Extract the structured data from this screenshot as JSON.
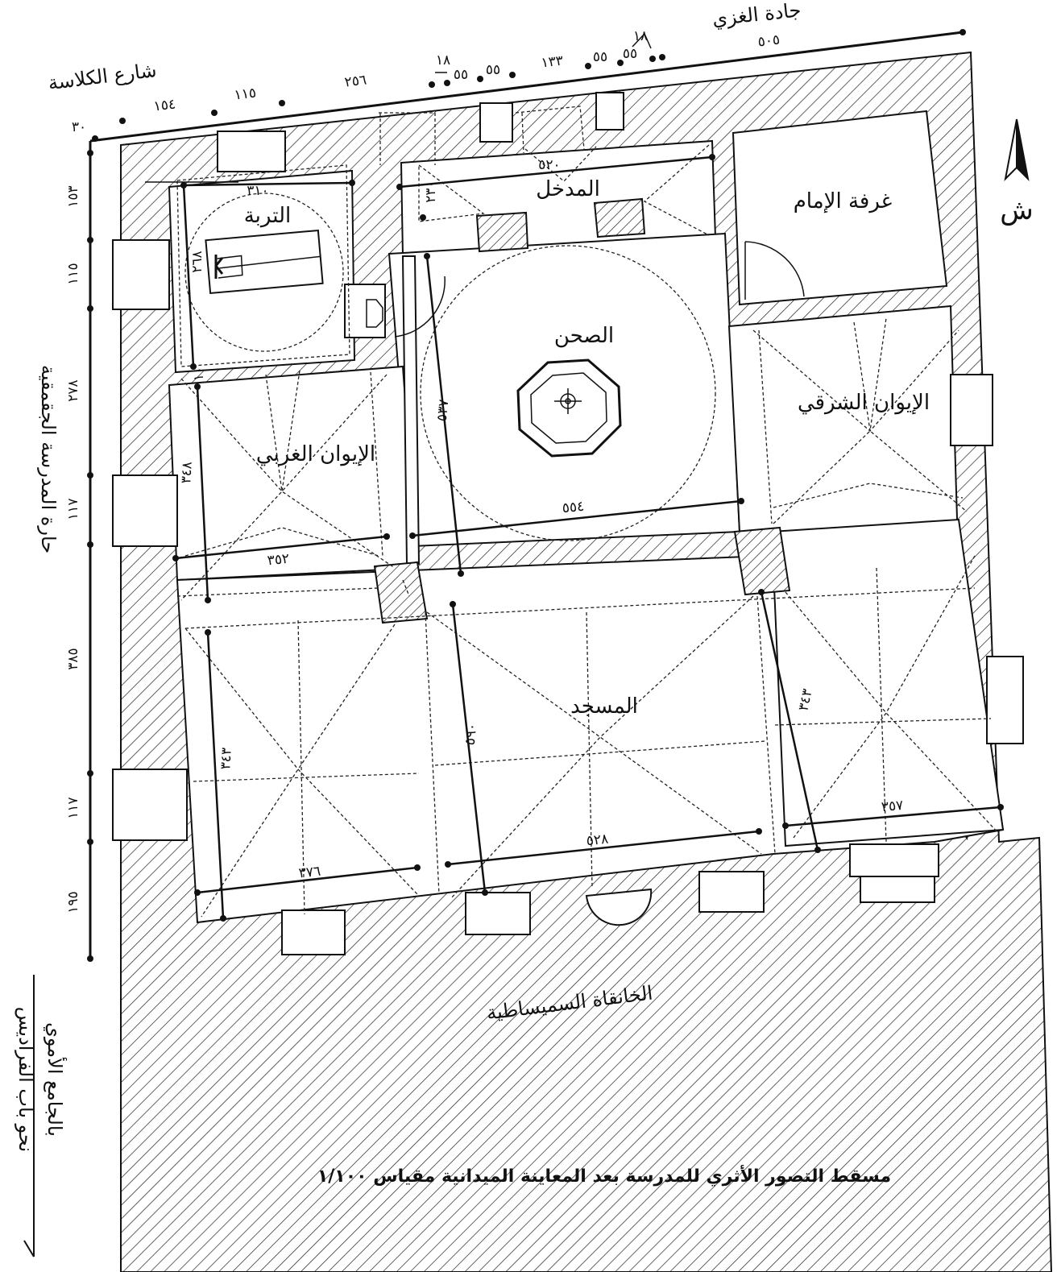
{
  "rooms": {
    "turba": "التربة",
    "entrance": "المدخل",
    "imam_room": "غرفة الإمام",
    "courtyard": "الصحن",
    "east_iwan": "الإيوان الشرقي",
    "west_iwan": "الإيوان الغربي",
    "mosque": "المسجد"
  },
  "streets": {
    "ghazi": "جادة الغزي",
    "kalasa": "شارع الكلاسة",
    "madrasa_jaqmaqiya": "حارة المدرسة الجقمقية",
    "khanqa": "الخانقاة السميساطية",
    "bab_faradis": "نحو باب الفراديس",
    "umayyad": "بالجامع الأموي"
  },
  "north": {
    "label": "ش",
    "icon": "north-arrow-icon"
  },
  "caption": "مسقط التصور الأثري للمدرسة بعد المعاينة الميدانية مقياس ١/١٠٠",
  "top_dims": {
    "d30": "٣٠",
    "d154": "١٥٤",
    "d115": "١١٥",
    "d256": "٢٥٦",
    "d18a": "١٨",
    "d55a": "٥٥",
    "d55b": "٥٥",
    "d133": "١٣٣",
    "d55c": "٥٥",
    "d55d": "٥٥",
    "d18b": "١٨",
    "d505": "٥٠٥"
  },
  "left_dims": {
    "d153": "١٥٣",
    "d115": "١١٥",
    "d278": "٢٧٨",
    "d117a": "١١٧",
    "d385": "٣٨٥",
    "d117b": "١١٧",
    "d195": "١٩٥"
  },
  "inner_dims": {
    "d310": "٣١٠",
    "d268": "٢٦٨",
    "d520": "٥٢٠",
    "d230": "٢٣٠",
    "d537": "٥٣٧",
    "d554": "٥٥٤",
    "d348": "٣٤٨",
    "d352": "٣٥٢",
    "d343a": "٣٤٣",
    "d590": "٥٩٠",
    "d343b": "٣٤٣",
    "d376": "٣٧٦",
    "d528": "٥٢٨",
    "d357": "٣٥٧",
    "d10": "١٠"
  }
}
